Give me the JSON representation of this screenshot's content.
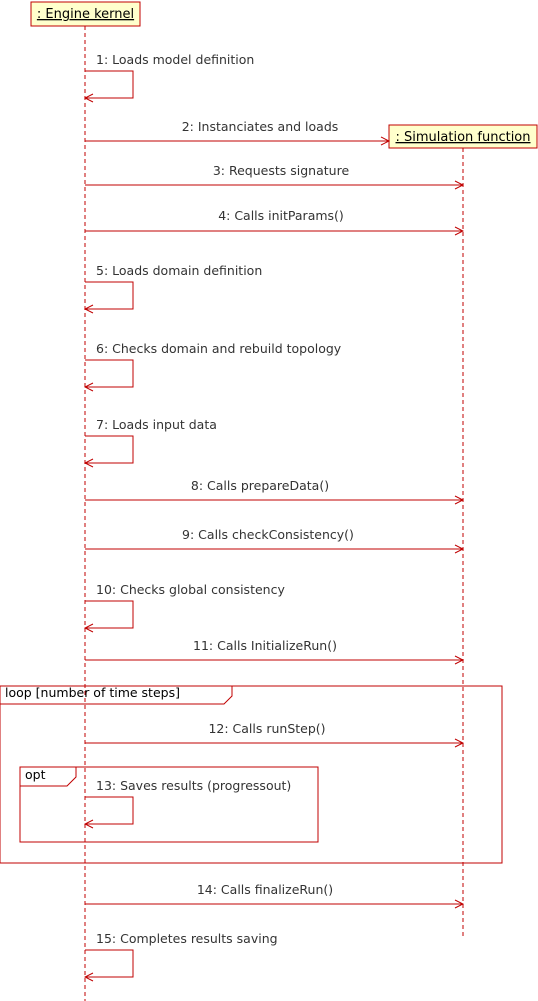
{
  "colors": {
    "line": "#c00000",
    "participant_fill": "#ffffcc",
    "text": "#333333"
  },
  "participants": [
    {
      "id": "engine",
      "label": ": Engine kernel"
    },
    {
      "id": "sim",
      "label": ": Simulation function"
    }
  ],
  "messages": [
    {
      "num": "1",
      "text": "1: Loads model definition",
      "from": "engine",
      "to": "engine"
    },
    {
      "num": "2",
      "text": "2: Instanciates and loads",
      "from": "engine",
      "to": "sim",
      "kind": "create"
    },
    {
      "num": "3",
      "text": "3: Requests signature",
      "from": "engine",
      "to": "sim"
    },
    {
      "num": "4",
      "text": "4: Calls initParams()",
      "from": "engine",
      "to": "sim"
    },
    {
      "num": "5",
      "text": "5: Loads domain definition",
      "from": "engine",
      "to": "engine"
    },
    {
      "num": "6",
      "text": "6: Checks domain and  rebuild topology",
      "from": "engine",
      "to": "engine"
    },
    {
      "num": "7",
      "text": "7: Loads input data",
      "from": "engine",
      "to": "engine"
    },
    {
      "num": "8",
      "text": "8: Calls prepareData()",
      "from": "engine",
      "to": "sim"
    },
    {
      "num": "9",
      "text": "9: Calls checkConsistency()",
      "from": "engine",
      "to": "sim"
    },
    {
      "num": "10",
      "text": "10: Checks global consistency",
      "from": "engine",
      "to": "engine"
    },
    {
      "num": "11",
      "text": "11: Calls InitializeRun()",
      "from": "engine",
      "to": "sim"
    },
    {
      "num": "12",
      "text": "12: Calls runStep()",
      "from": "engine",
      "to": "sim"
    },
    {
      "num": "13",
      "text": "13: Saves results (progressout)",
      "from": "engine",
      "to": "engine"
    },
    {
      "num": "14",
      "text": "14: Calls finalizeRun()",
      "from": "engine",
      "to": "sim"
    },
    {
      "num": "15",
      "text": "15: Completes results saving",
      "from": "engine",
      "to": "engine"
    }
  ],
  "fragments": [
    {
      "id": "loop",
      "label": "loop [number of time steps]"
    },
    {
      "id": "opt",
      "label": "opt"
    }
  ]
}
